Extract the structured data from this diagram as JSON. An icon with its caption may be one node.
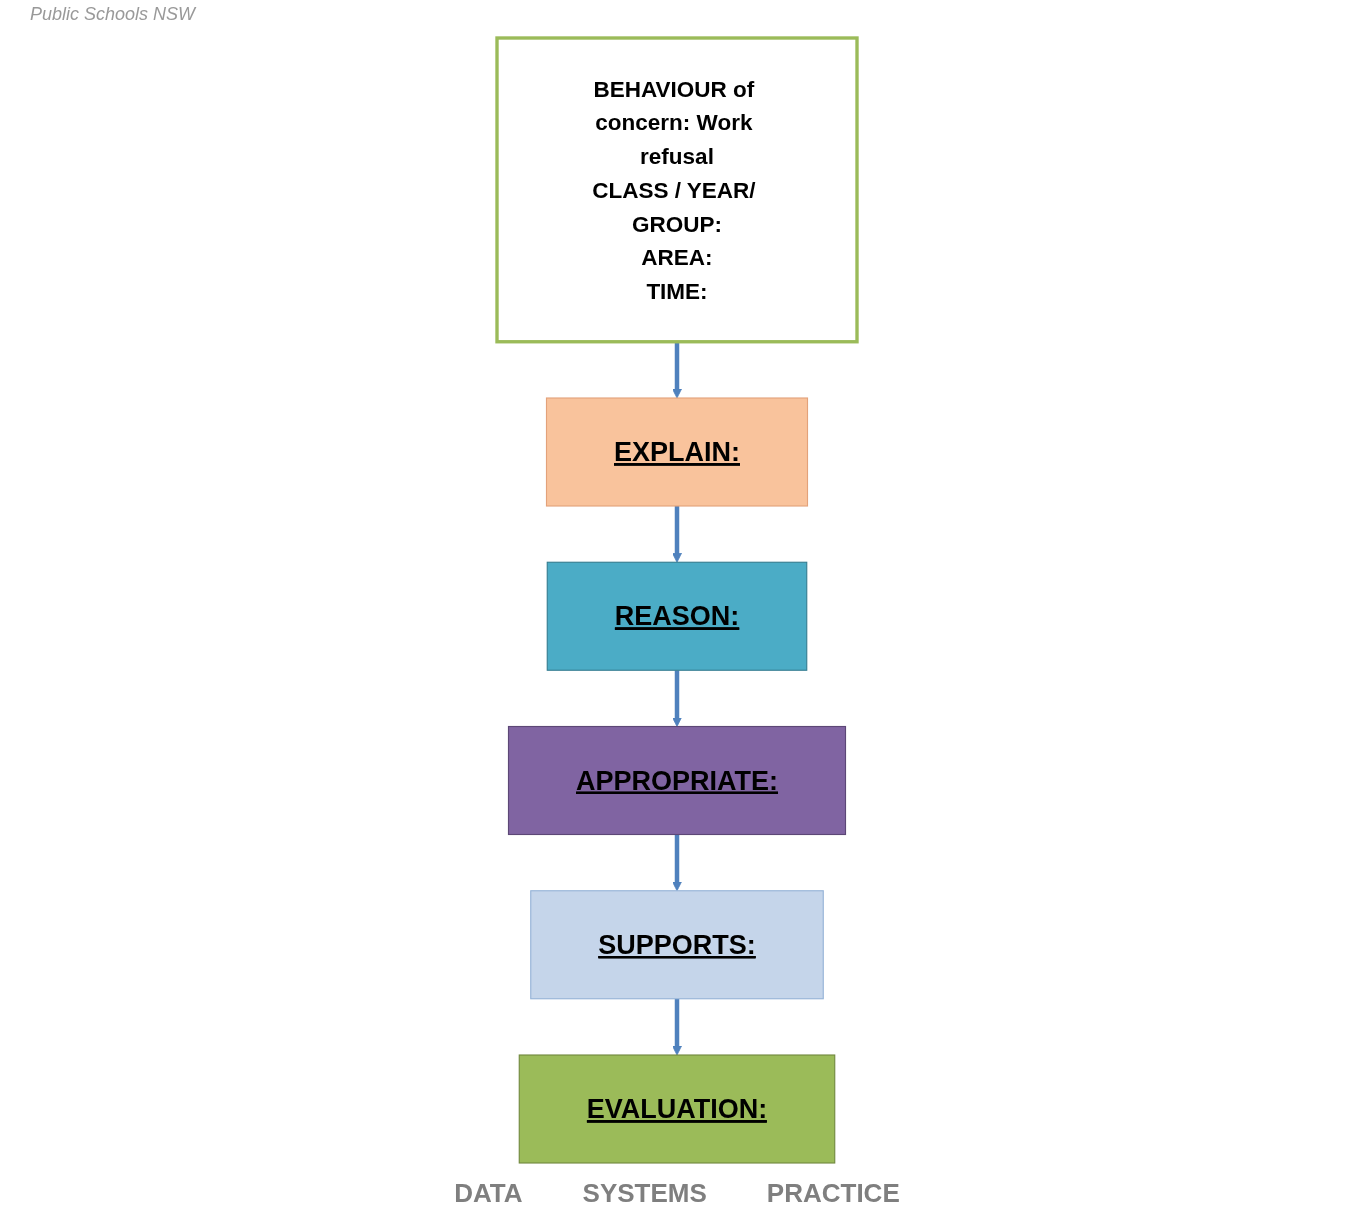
{
  "diagram": {
    "nodes": [
      {
        "text": [
          "BEHAVIOUR of concern: Work refusal",
          "CLASS / YEAR/ GROUP:",
          "AREA:",
          "TIME:"
        ]
      },
      {
        "text": [
          "EXPLAIN:"
        ]
      },
      {
        "text": [
          "EVALUATION:"
        ]
      },
      {
        "text": [
          "REASON:"
        ]
      },
      {
        "text": [
          "SUPPORTS:"
        ]
      },
      {
        "text": [
          "APPROPRIATE:"
        ]
      }
    ],
    "edges": [
      {
        "from": 0,
        "to": 1,
        "arrow": "to"
      },
      {
        "from": 1,
        "to": 3,
        "arrow": "to"
      },
      {
        "from": 3,
        "to": 5,
        "arrow": "to"
      },
      {
        "from": 5,
        "to": 4,
        "arrow": "to"
      },
      {
        "from": 4,
        "to": 2,
        "arrow": "to"
      }
    ],
    "labels": [
      "Public Schools NSW",
      "DATA",
      "SYSTEMS",
      "PRACTICE"
    ]
  }
}
